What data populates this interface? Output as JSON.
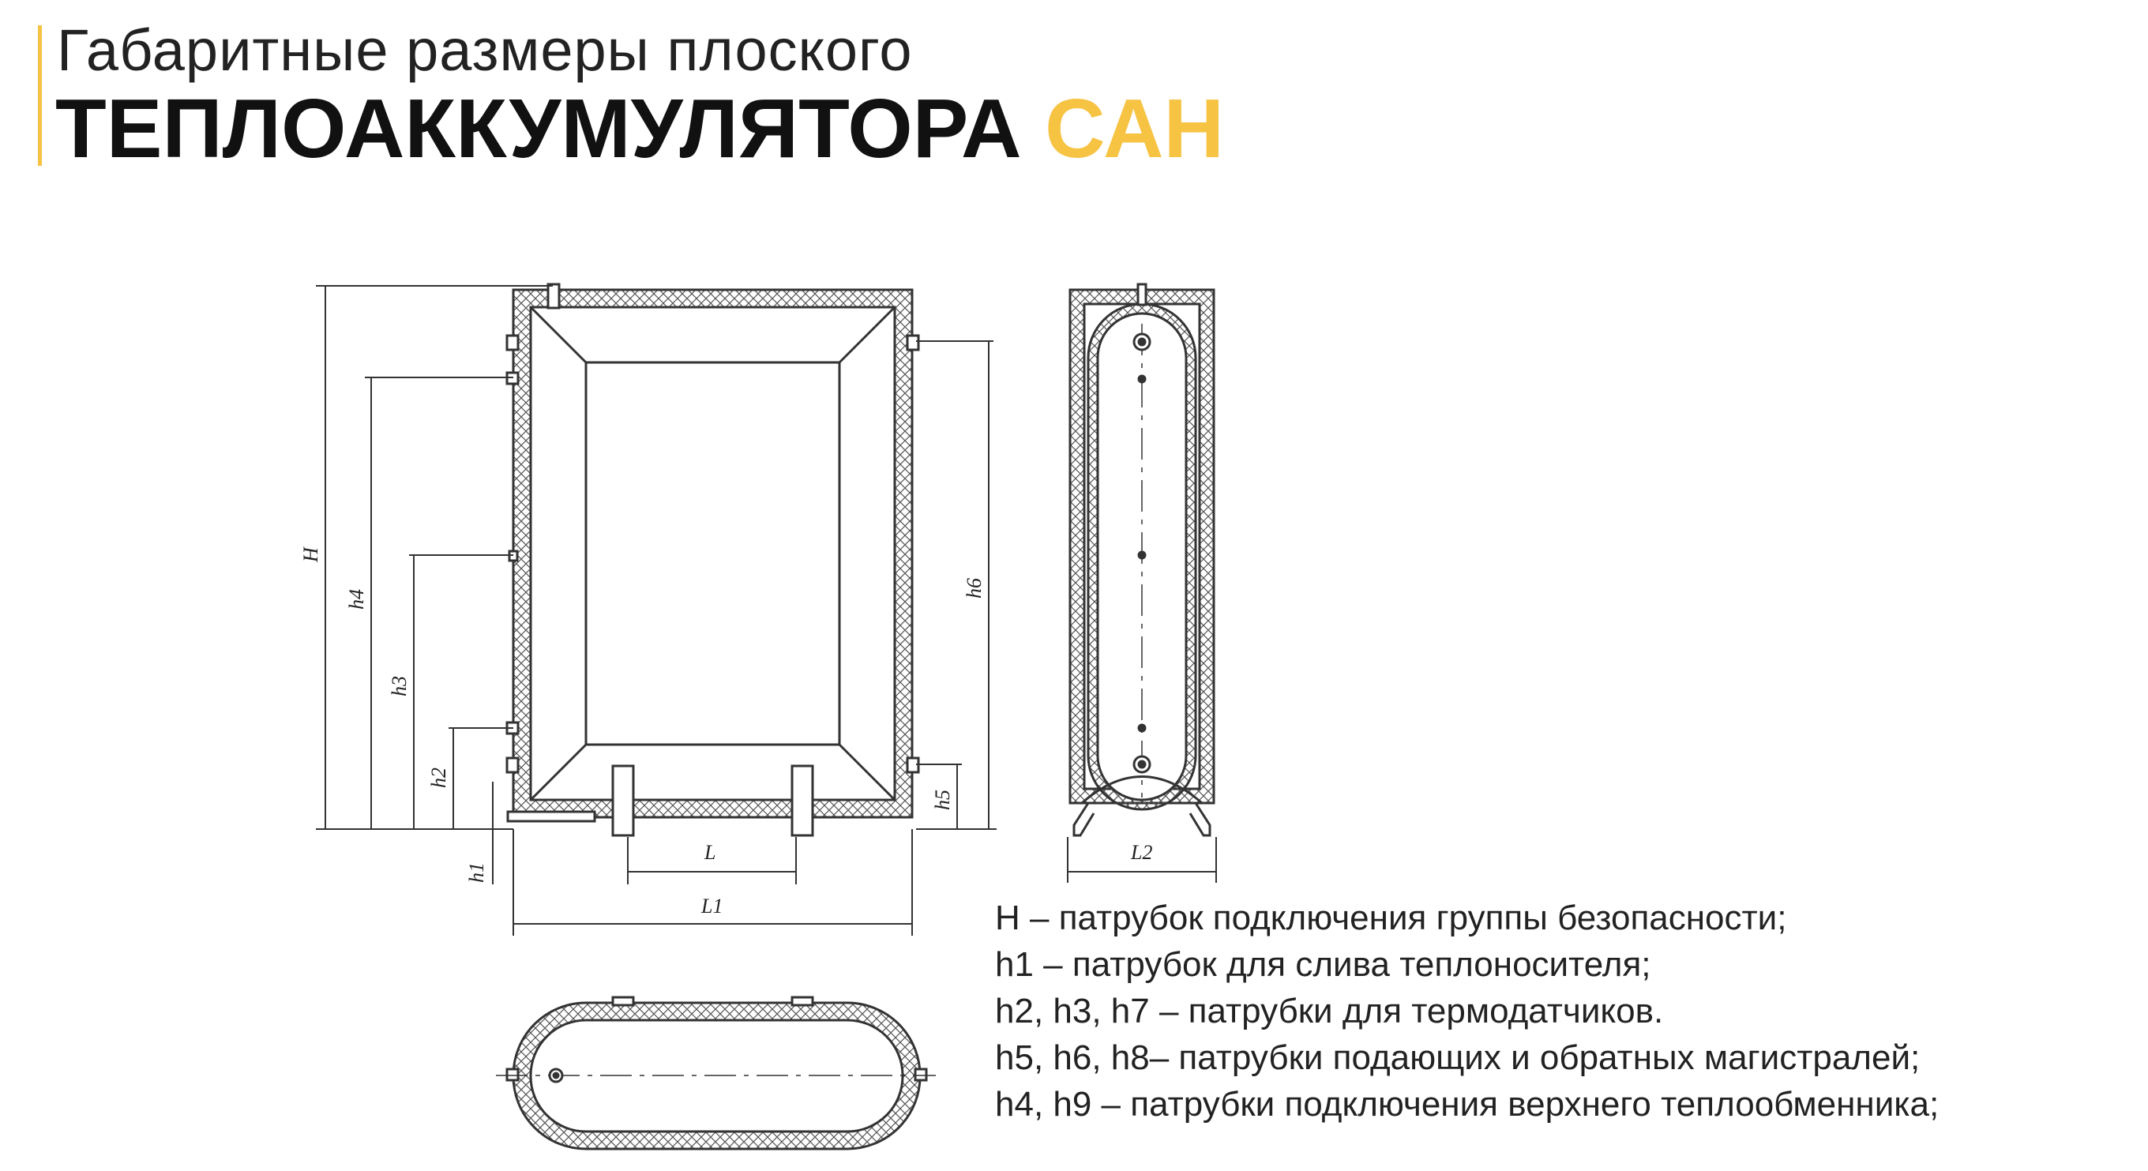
{
  "title": {
    "line1": "Габаритные размеры плоского",
    "line2_main": "ТЕПЛОАККУМУЛЯТОРА",
    "line2_accent": "САН"
  },
  "colors": {
    "accent": "#f6c343",
    "text": "#222222",
    "line": "#333333"
  },
  "drawing": {
    "labels": {
      "H": "H",
      "h4": "h4",
      "h3": "h3",
      "h2": "h2",
      "h1": "h1",
      "h6": "h6",
      "h5": "h5",
      "L": "L",
      "L1": "L1",
      "L2": "L2"
    }
  },
  "legend": [
    "H – патрубок подключения группы безопасности;",
    "h1  – патрубок для слива теплоносителя;",
    "h2, h3, h7  – патрубки для термодатчиков.",
    "h5, h6, h8– патрубки подающих и обратных магистралей;",
    "h4, h9  – патрубки подключения верхнего теплообменника;"
  ]
}
